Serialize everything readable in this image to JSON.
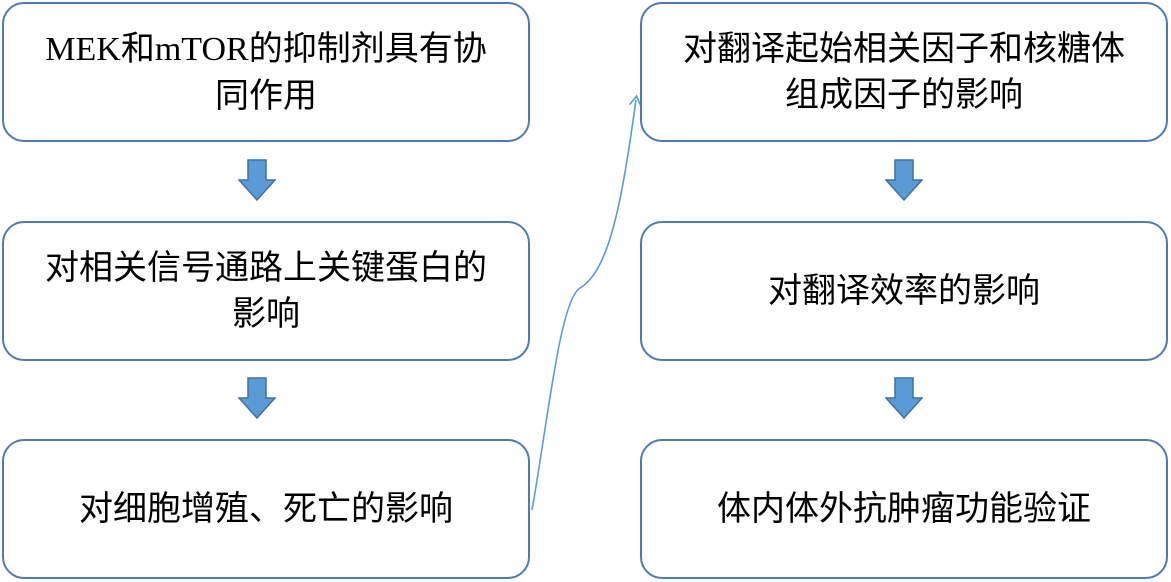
{
  "flowchart": {
    "steps": [
      {
        "label_prefix": "MEK",
        "label_mid": "和",
        "label_prefix2": "mTOR",
        "label_rest": "的抑制剂具有协同作用"
      },
      {
        "label": "对相关信号通路上关键蛋白的影响"
      },
      {
        "label": "对细胞增殖、死亡的影响"
      },
      {
        "label": "对翻译起始相关因子和核糖体组成因子的影响"
      },
      {
        "label": "对翻译效率的影响"
      },
      {
        "label": "体内体外抗肿瘤功能验证"
      }
    ]
  },
  "colors": {
    "box_border": "#4f7ab3",
    "arrow_fill": "#5b9bd5",
    "arrow_stroke": "#41719c",
    "connector": "#5b9bd5"
  },
  "icons": {
    "down_arrow": "down-arrow-icon",
    "connector": "curved-connector-arrow"
  }
}
